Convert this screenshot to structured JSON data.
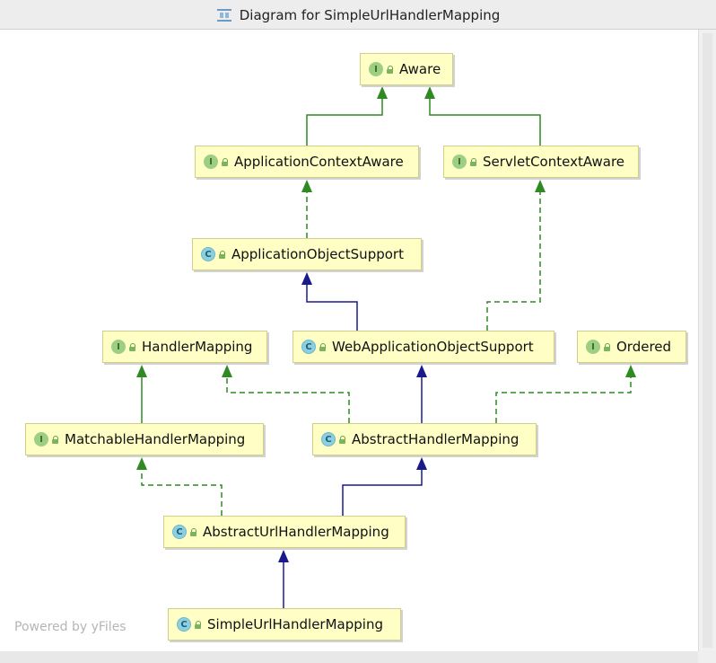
{
  "window": {
    "title": "Diagram for SimpleUrlHandlerMapping",
    "watermark": "Powered by yFiles"
  },
  "nodes": [
    {
      "id": "aware",
      "label": "Aware",
      "kind": "interface",
      "badge": "I"
    },
    {
      "id": "app_ctx_aware",
      "label": "ApplicationContextAware",
      "kind": "interface",
      "badge": "I"
    },
    {
      "id": "servlet_ctx_aware",
      "label": "ServletContextAware",
      "kind": "interface",
      "badge": "I"
    },
    {
      "id": "app_obj_support",
      "label": "ApplicationObjectSupport",
      "kind": "abstract-class",
      "badge": "C"
    },
    {
      "id": "handler_mapping",
      "label": "HandlerMapping",
      "kind": "interface",
      "badge": "I"
    },
    {
      "id": "web_app_obj_support",
      "label": "WebApplicationObjectSupport",
      "kind": "abstract-class",
      "badge": "C"
    },
    {
      "id": "ordered",
      "label": "Ordered",
      "kind": "interface",
      "badge": "I"
    },
    {
      "id": "matchable_handler_mapping",
      "label": "MatchableHandlerMapping",
      "kind": "interface",
      "badge": "I"
    },
    {
      "id": "abstract_handler_mapping",
      "label": "AbstractHandlerMapping",
      "kind": "abstract-class",
      "badge": "C"
    },
    {
      "id": "abstract_url_handler_mapping",
      "label": "AbstractUrlHandlerMapping",
      "kind": "abstract-class",
      "badge": "C"
    },
    {
      "id": "simple_url_handler_mapping",
      "label": "SimpleUrlHandlerMapping",
      "kind": "class",
      "badge": "C"
    }
  ],
  "edges": [
    {
      "from": "app_ctx_aware",
      "to": "aware",
      "type": "extends-interface"
    },
    {
      "from": "servlet_ctx_aware",
      "to": "aware",
      "type": "extends-interface"
    },
    {
      "from": "app_obj_support",
      "to": "app_ctx_aware",
      "type": "implements"
    },
    {
      "from": "web_app_obj_support",
      "to": "app_obj_support",
      "type": "extends"
    },
    {
      "from": "web_app_obj_support",
      "to": "servlet_ctx_aware",
      "type": "implements"
    },
    {
      "from": "matchable_handler_mapping",
      "to": "handler_mapping",
      "type": "extends-interface"
    },
    {
      "from": "abstract_handler_mapping",
      "to": "handler_mapping",
      "type": "implements"
    },
    {
      "from": "abstract_handler_mapping",
      "to": "web_app_obj_support",
      "type": "extends"
    },
    {
      "from": "abstract_handler_mapping",
      "to": "ordered",
      "type": "implements"
    },
    {
      "from": "abstract_url_handler_mapping",
      "to": "matchable_handler_mapping",
      "type": "implements"
    },
    {
      "from": "abstract_url_handler_mapping",
      "to": "abstract_handler_mapping",
      "type": "extends"
    },
    {
      "from": "simple_url_handler_mapping",
      "to": "abstract_url_handler_mapping",
      "type": "extends"
    }
  ],
  "colors": {
    "interface_edge": "#2f8a22",
    "class_edge": "#1a1a8a",
    "node_fill": "#fefec5",
    "node_border": "#cfcf8a"
  }
}
